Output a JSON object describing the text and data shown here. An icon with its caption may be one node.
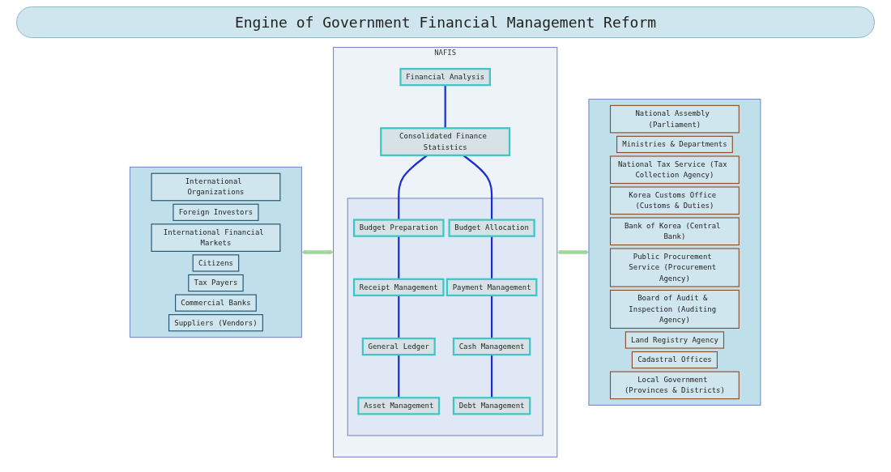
{
  "diagram": {
    "title": "Engine of Government Financial Management Reform",
    "nodes": [
      {
        "text": [],
        "shape": "box"
      },
      {
        "text": [
          "International Organizations"
        ],
        "in": 0
      },
      {
        "text": [
          "Foreign Investors"
        ],
        "in": 0
      },
      {
        "text": [
          "International Financial Markets"
        ],
        "in": 0
      },
      {
        "text": [
          "Citizens"
        ],
        "in": 0
      },
      {
        "text": [
          "Tax Payers"
        ],
        "in": 0
      },
      {
        "text": [
          "Commercial Banks"
        ],
        "in": 0
      },
      {
        "text": [
          "Suppliers (Vendors)"
        ],
        "in": 0
      },
      {
        "text": [
          "NAFIS"
        ]
      },
      {
        "text": [
          "Financial Analysis"
        ],
        "in": 8
      },
      {
        "text": [
          "Consolidated Finance Statistics"
        ],
        "in": 8
      },
      {
        "text": [],
        "shape": "box",
        "in": 8
      },
      {
        "text": [
          "Budget Preparation"
        ],
        "in": 11
      },
      {
        "text": [
          "Budget Allocation"
        ],
        "in": 11
      },
      {
        "text": [
          "Receipt Management"
        ],
        "in": 11
      },
      {
        "text": [
          "Payment Management"
        ],
        "in": 11
      },
      {
        "text": [
          "General Ledger"
        ],
        "in": 11
      },
      {
        "text": [
          "Cash Management"
        ],
        "in": 11
      },
      {
        "text": [
          "Asset Management"
        ],
        "in": 11
      },
      {
        "text": [
          "Debt Management"
        ],
        "in": 11
      },
      {
        "text": [],
        "shape": "box"
      },
      {
        "text": [
          "National Assembly (Parliament)"
        ],
        "in": 20
      },
      {
        "text": [
          "Ministries & Departments"
        ],
        "in": 20
      },
      {
        "text": [
          "National Tax Service (Tax Collection Agency)"
        ],
        "in": 20
      },
      {
        "text": [
          "Korea Customs Office (Customs & Duties)"
        ],
        "in": 20
      },
      {
        "text": [
          "Bank of Korea (Central Bank)"
        ],
        "in": 20
      },
      {
        "text": [
          "Public Procurement Service (Procurement Agency)"
        ],
        "in": 20
      },
      {
        "text": [
          "Board of Audit & Inspection (Auditing Agency)"
        ],
        "in": 20
      },
      {
        "text": [
          "Land Registry Agency"
        ],
        "in": 20
      },
      {
        "text": [
          "Cadastral Offices"
        ],
        "in": 20
      },
      {
        "text": [
          "Local Government (Provinces & Districts)"
        ],
        "in": 20
      }
    ],
    "edges": [
      {
        "from": 0,
        "to": 8,
        "arrow": "both",
        "style": "thick",
        "color": "#9fd89a"
      },
      {
        "from": 8,
        "to": 20,
        "arrow": "both",
        "style": "thick",
        "color": "#9fd89a"
      },
      {
        "from": 9,
        "to": 10,
        "arrow": "none"
      },
      {
        "from": 10,
        "to": 12,
        "arrow": "none"
      },
      {
        "from": 10,
        "to": 13,
        "arrow": "none"
      },
      {
        "from": 12,
        "to": 14,
        "arrow": "none"
      },
      {
        "from": 14,
        "to": 16,
        "arrow": "none"
      },
      {
        "from": 16,
        "to": 18,
        "arrow": "none"
      },
      {
        "from": 13,
        "to": 15,
        "arrow": "none"
      },
      {
        "from": 15,
        "to": 17,
        "arrow": "none"
      },
      {
        "from": 17,
        "to": 19,
        "arrow": "none"
      }
    ]
  }
}
